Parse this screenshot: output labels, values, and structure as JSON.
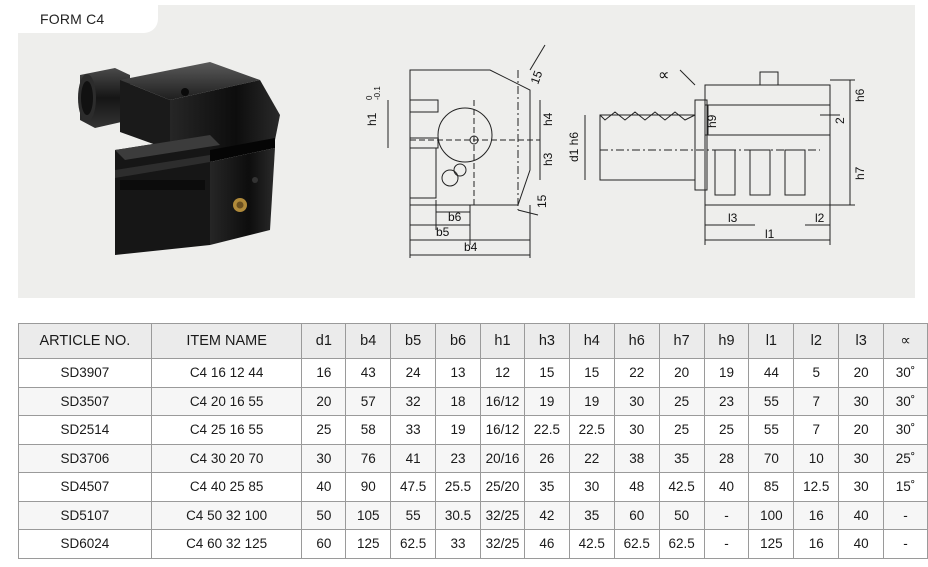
{
  "form_title": "FORM C4",
  "drawing_labels": {
    "front": {
      "h1": "h1",
      "h1_tol_top": "0",
      "h1_tol_bottom": "-0.1",
      "h4": "h4",
      "h3": "h3",
      "angle_top": "15",
      "angle_bottom": "15",
      "b6": "b6",
      "b5": "b5",
      "b4": "b4"
    },
    "side": {
      "alpha": "∝",
      "d1h6": "d1 h6",
      "h9": "h9",
      "h6": "h6",
      "h7": "h7",
      "two": "2",
      "l3": "l3",
      "l2": "l2",
      "l1": "l1"
    }
  },
  "table": {
    "headers": [
      "ARTICLE NO.",
      "ITEM NAME",
      "d1",
      "b4",
      "b5",
      "b6",
      "h1",
      "h3",
      "h4",
      "h6",
      "h7",
      "h9",
      "l1",
      "l2",
      "l3",
      "∝"
    ],
    "rows": [
      [
        "SD3907",
        "C4 16 12 44",
        "16",
        "43",
        "24",
        "13",
        "12",
        "15",
        "15",
        "22",
        "20",
        "19",
        "44",
        "5",
        "20",
        "30˚"
      ],
      [
        "SD3507",
        "C4 20 16 55",
        "20",
        "57",
        "32",
        "18",
        "16/12",
        "19",
        "19",
        "30",
        "25",
        "23",
        "55",
        "7",
        "30",
        "30˚"
      ],
      [
        "SD2514",
        "C4 25 16 55",
        "25",
        "58",
        "33",
        "19",
        "16/12",
        "22.5",
        "22.5",
        "30",
        "25",
        "25",
        "55",
        "7",
        "20",
        "30˚"
      ],
      [
        "SD3706",
        "C4 30 20 70",
        "30",
        "76",
        "41",
        "23",
        "20/16",
        "26",
        "22",
        "38",
        "35",
        "28",
        "70",
        "10",
        "30",
        "25˚"
      ],
      [
        "SD4507",
        "C4 40 25 85",
        "40",
        "90",
        "47.5",
        "25.5",
        "25/20",
        "35",
        "30",
        "48",
        "42.5",
        "40",
        "85",
        "12.5",
        "30",
        "15˚"
      ],
      [
        "SD5107",
        "C4 50 32 100",
        "50",
        "105",
        "55",
        "30.5",
        "32/25",
        "42",
        "35",
        "60",
        "50",
        "-",
        "100",
        "16",
        "40",
        "-"
      ],
      [
        "SD6024",
        "C4 60 32 125",
        "60",
        "125",
        "62.5",
        "33",
        "32/25",
        "46",
        "42.5",
        "62.5",
        "62.5",
        "-",
        "125",
        "16",
        "40",
        "-"
      ]
    ]
  }
}
